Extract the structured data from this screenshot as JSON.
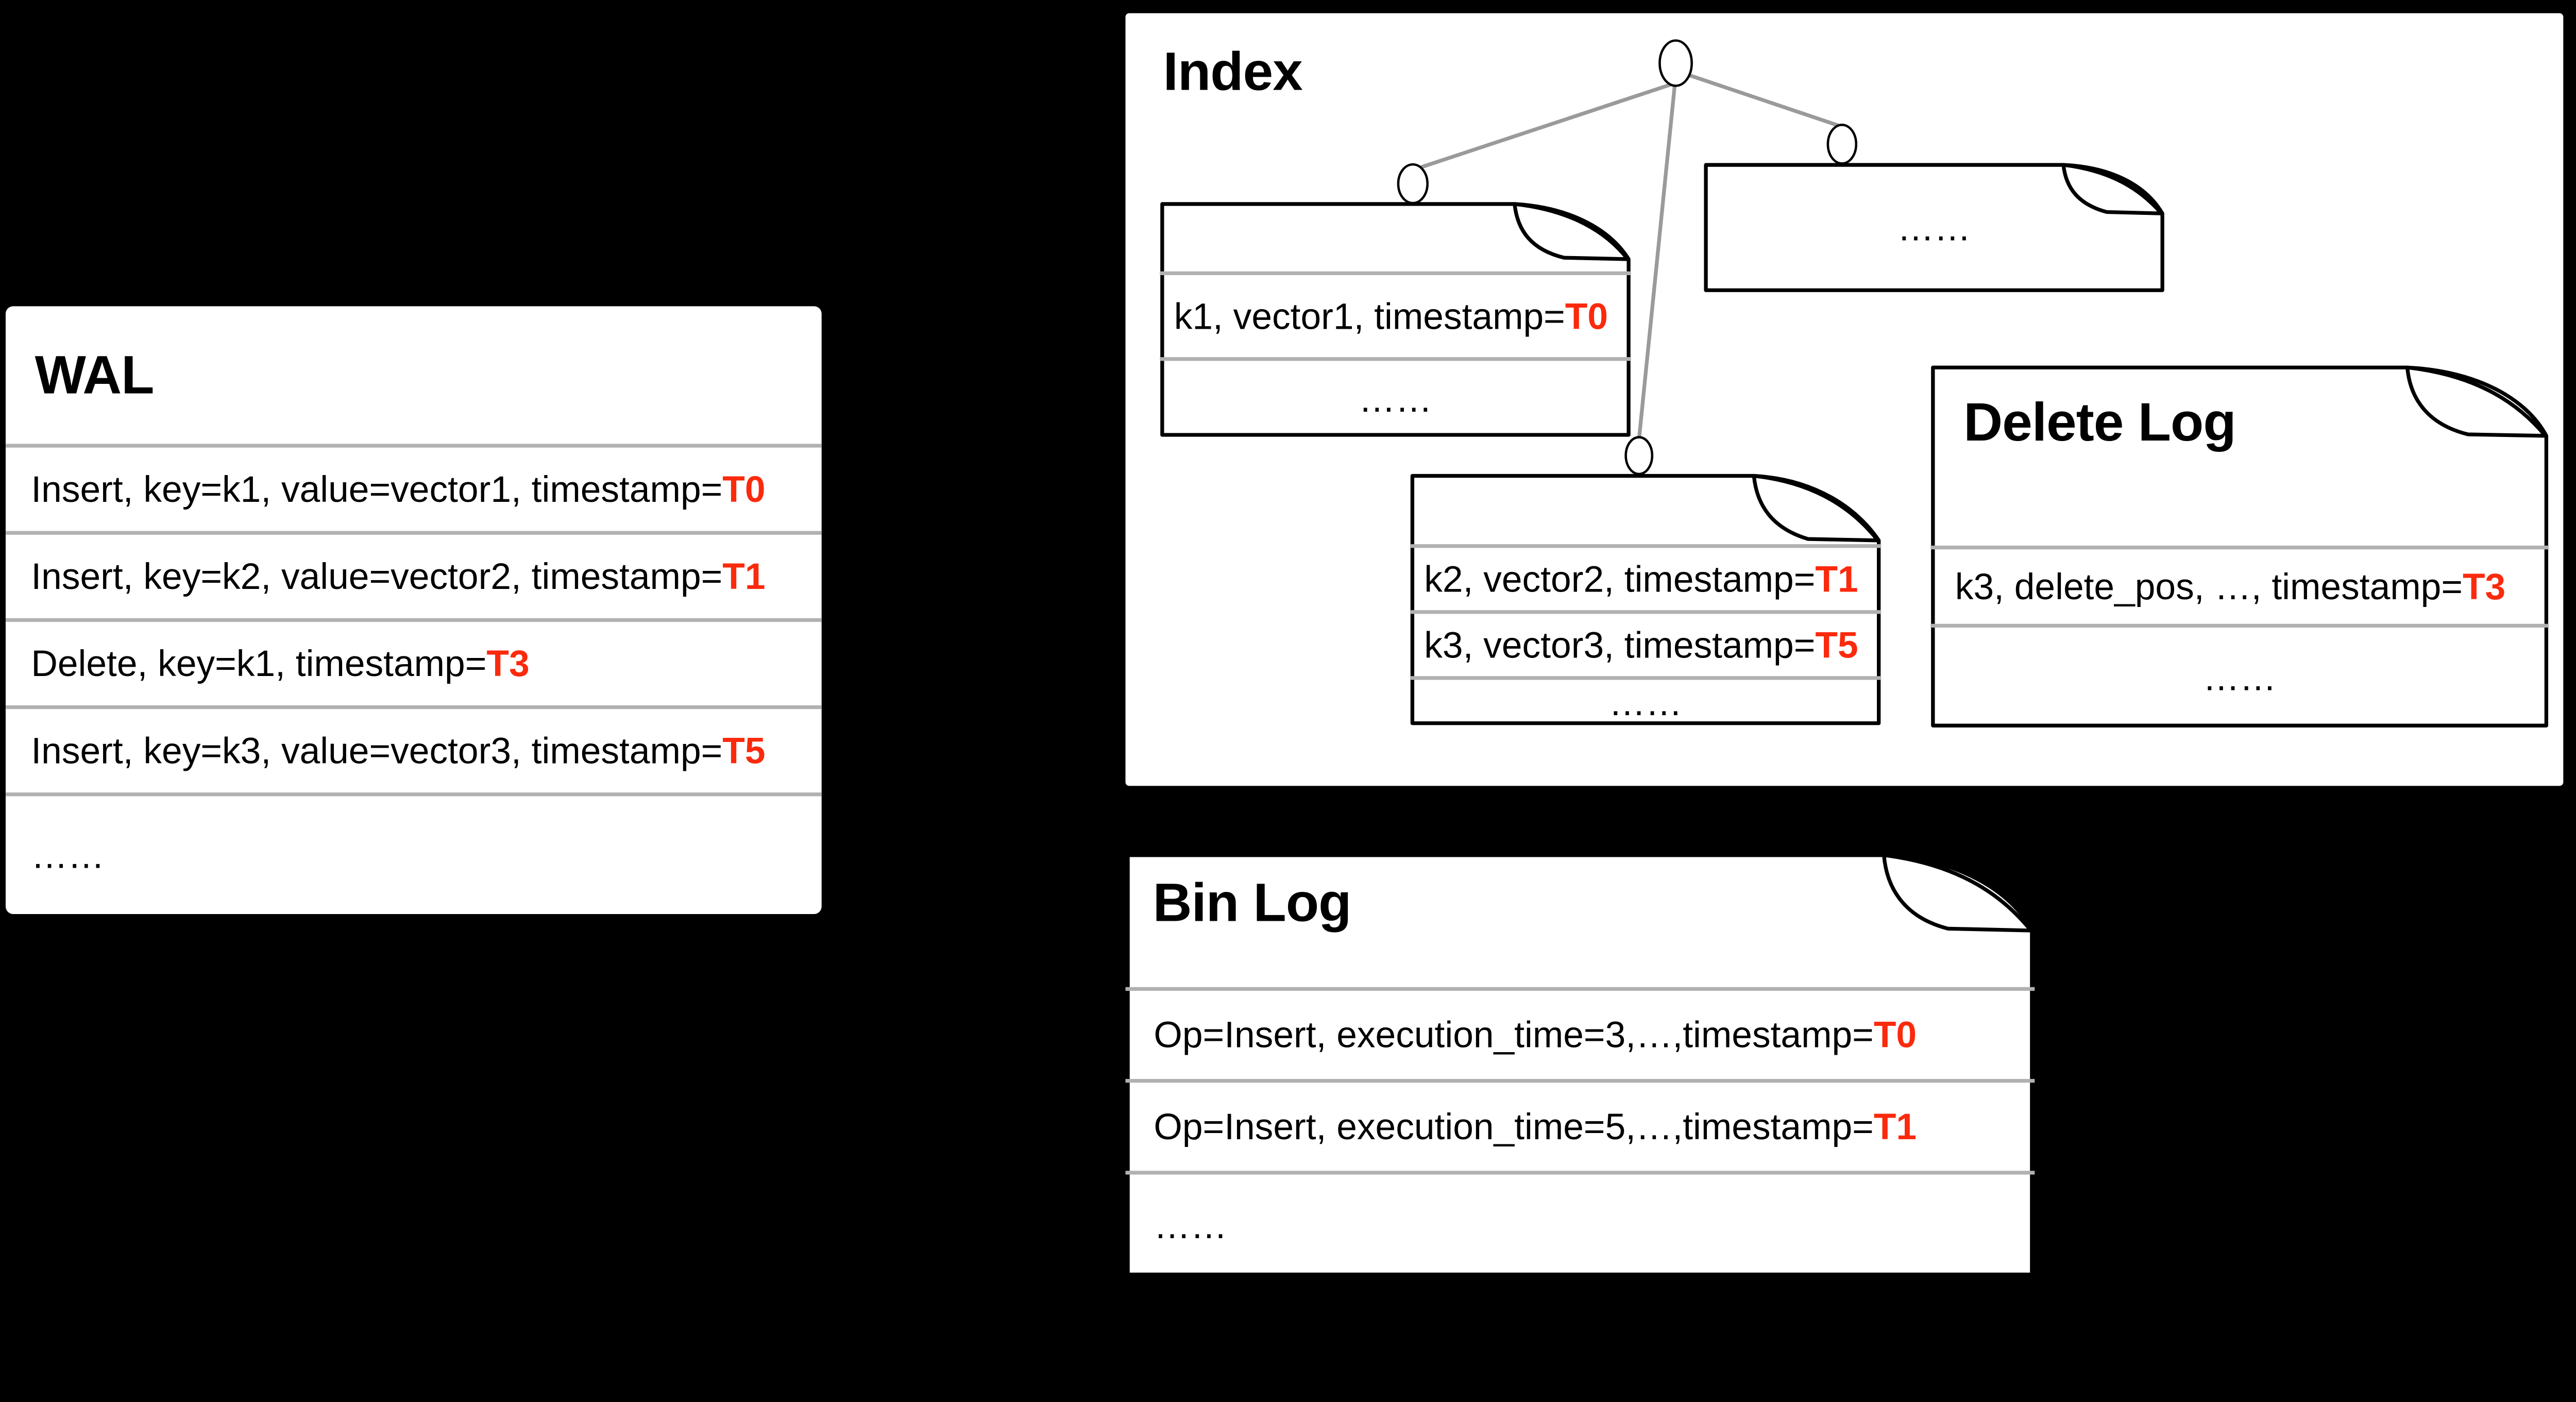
{
  "colors": {
    "background": "#000000",
    "panel": "#ffffff",
    "separator": "#b1b1b1",
    "tree_line": "#9a9a9a",
    "accent": "#fb2a0d",
    "ink": "#000000"
  },
  "wal": {
    "title": "WAL",
    "rows": [
      {
        "text": "Insert, key=k1, value=vector1, timestamp=",
        "ts": "T0"
      },
      {
        "text": "Insert, key=k2, value=vector2, timestamp=",
        "ts": "T1"
      },
      {
        "text": "Delete, key=k1, timestamp=",
        "ts": "T3"
      },
      {
        "text": "Insert, key=k3, value=vector3, timestamp=",
        "ts": "T5"
      },
      {
        "text": "……",
        "ts": ""
      }
    ]
  },
  "index": {
    "title": "Index",
    "segment_k1": {
      "rows": [
        {
          "text": "k1, vector1, timestamp=",
          "ts": "T0"
        },
        {
          "text": "……",
          "ts": ""
        }
      ]
    },
    "segment_more": {
      "rows": [
        {
          "text": "……",
          "ts": ""
        }
      ]
    },
    "segment_k2k3": {
      "rows": [
        {
          "text": "k2, vector2, timestamp=",
          "ts": "T1"
        },
        {
          "text": "k3, vector3, timestamp=",
          "ts": "T5"
        },
        {
          "text": "……",
          "ts": ""
        }
      ]
    }
  },
  "delete_log": {
    "title": "Delete Log",
    "rows": [
      {
        "text": "k3, delete_pos, …, timestamp=",
        "ts": "T3"
      },
      {
        "text": "……",
        "ts": ""
      }
    ]
  },
  "bin_log": {
    "title": "Bin Log",
    "rows": [
      {
        "text": "Op=Insert, execution_time=3,…,timestamp=",
        "ts": "T0"
      },
      {
        "text": "Op=Insert, execution_time=5,…,timestamp=",
        "ts": "T1"
      },
      {
        "text": "……",
        "ts": ""
      }
    ]
  }
}
